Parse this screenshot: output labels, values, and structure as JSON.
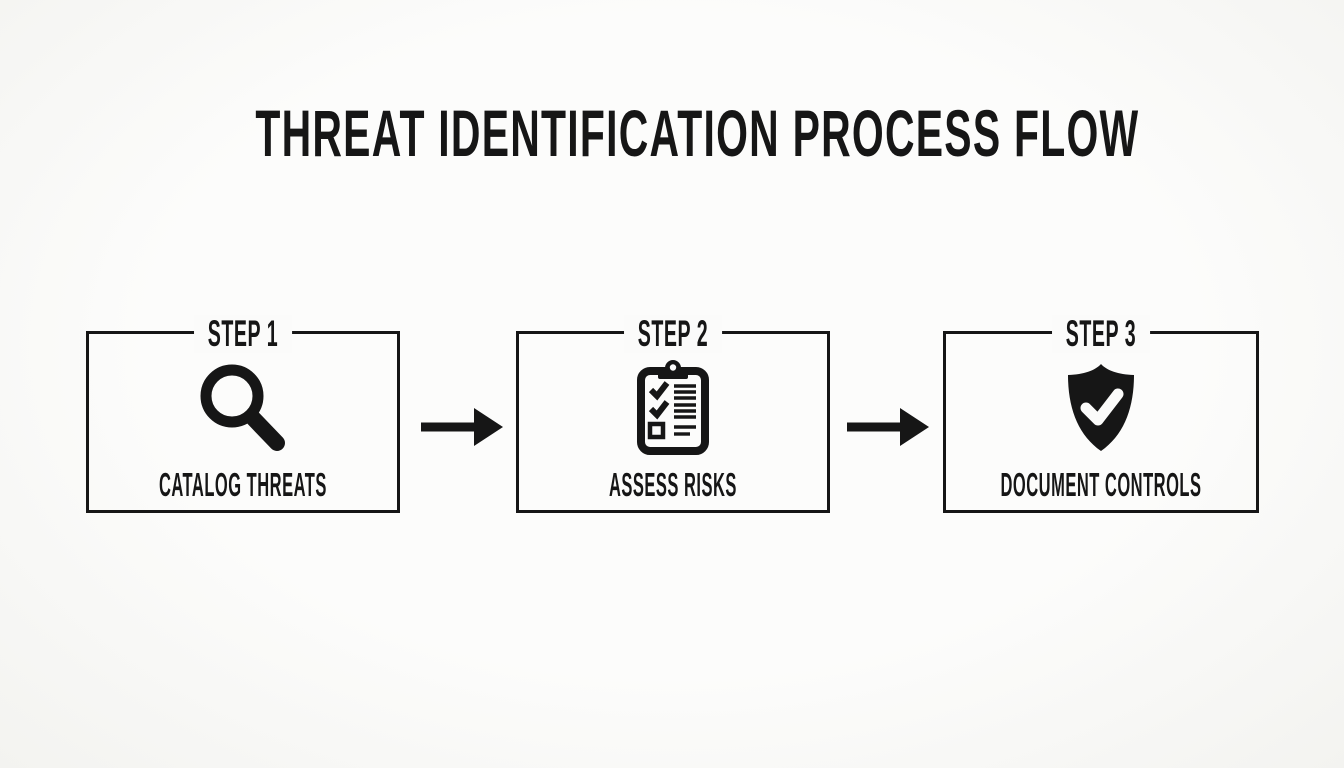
{
  "title": "THREAT IDENTIFICATION PROCESS FLOW",
  "steps": [
    {
      "label": "STEP 1",
      "caption": "CATALOG THREATS",
      "icon": "magnifier-icon"
    },
    {
      "label": "STEP 2",
      "caption": "ASSESS RISKS",
      "icon": "checklist-clipboard-icon"
    },
    {
      "label": "STEP 3",
      "caption": "DOCUMENT CONTROLS",
      "icon": "shield-check-icon"
    }
  ],
  "colors": {
    "background": "#fbfbfa",
    "ink": "#161616"
  }
}
